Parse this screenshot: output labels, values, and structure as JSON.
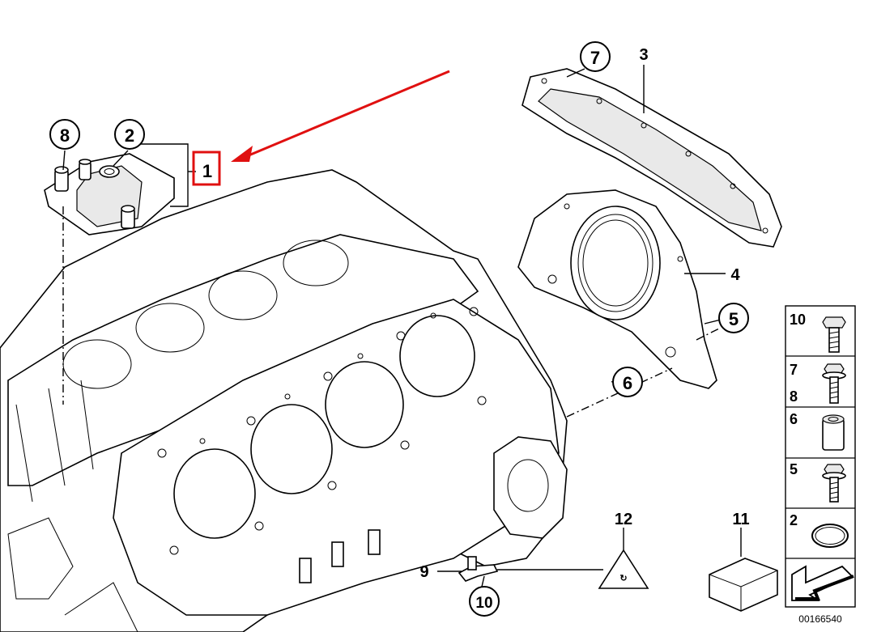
{
  "callouts": {
    "c1": "1",
    "c2": "2",
    "c3": "3",
    "c4": "4",
    "c5": "5",
    "c6": "6",
    "c7": "7",
    "c8": "8",
    "c9": "9",
    "c10": "10",
    "c11": "11",
    "c12": "12"
  },
  "legend": {
    "rows": [
      {
        "top": "10",
        "bottom": ""
      },
      {
        "top": "7",
        "bottom": "8"
      },
      {
        "top": "6",
        "bottom": ""
      },
      {
        "top": "5",
        "bottom": ""
      },
      {
        "top": "2",
        "bottom": ""
      }
    ]
  },
  "diagram_number": "00166540",
  "colors": {
    "highlight": "#e01010",
    "ink": "#000000"
  }
}
